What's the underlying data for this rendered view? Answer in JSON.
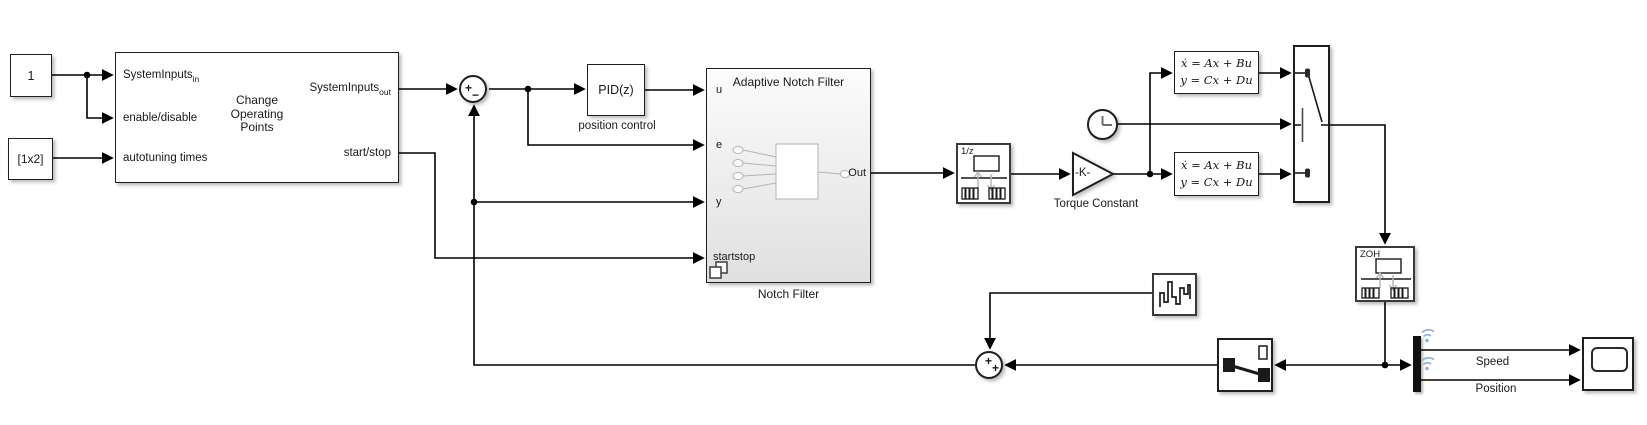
{
  "diagram_type": "simulink-model",
  "colors": {
    "wire": "#000000",
    "block_border": "#1f1f1f",
    "wireless_blue": "#8fb4d9",
    "background": "#ffffff"
  },
  "icons": [
    "clock-icon",
    "wireless-signal-icon",
    "subsystem-badge-icon",
    "rate-transition-icon",
    "scope-display-icon",
    "stair-signal-icon",
    "manual-switch-icon",
    "switch-lever-icon",
    "mux-bar",
    "gain-triangle"
  ],
  "blocks": {
    "const_one": {
      "label": "1"
    },
    "const_vector": {
      "label": "[1x2]"
    },
    "change_operating_points": {
      "title": "Change\nOperating\nPoints",
      "port_in1_base": "SystemInputs",
      "port_in1_sub": "in",
      "port_in2": "enable/disable",
      "port_in3": "autotuning times",
      "port_out1_base": "SystemInputs",
      "port_out1_sub": "out",
      "port_out2": "start/stop"
    },
    "sum_position": {
      "sign_left": "+",
      "sign_bottom": "−"
    },
    "pid": {
      "label": "PID(z)",
      "caption": "position control"
    },
    "notch_filter": {
      "title": "Adaptive Notch Filter",
      "caption": "Notch Filter",
      "port_u": "u",
      "port_e": "e",
      "port_y": "y",
      "port_startstop": "startstop",
      "port_out": "Out"
    },
    "rate_transition_1z": {
      "label": "1/z"
    },
    "torque_gain": {
      "label": "-K-",
      "caption": "Torque Constant"
    },
    "state_space_top": {
      "eq1": "ẋ = Ax + Bu",
      "eq2": "y = Cx + Du"
    },
    "state_space_bottom": {
      "eq1": "ẋ = Ax + Bu",
      "eq2": "y = Cx + Du"
    },
    "rate_transition_zoh": {
      "label": "ZOH"
    },
    "sum_feedback": {
      "sign_top": "+",
      "sign_right": "+"
    }
  },
  "signal_labels": {
    "speed": "Speed",
    "position": "Position"
  }
}
